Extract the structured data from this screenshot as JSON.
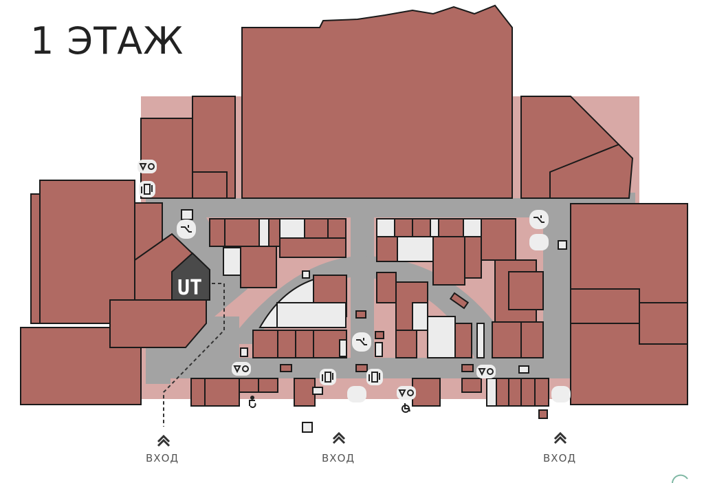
{
  "floor": {
    "title": "1 ЭТАЖ"
  },
  "entrances": [
    {
      "label": "ВХОД"
    },
    {
      "label": "ВХОД"
    },
    {
      "label": "ВХОД"
    }
  ],
  "anchor_store": {
    "label": "UT"
  },
  "legend_icons": [
    "escalator-icon",
    "elevator-icon",
    "restroom-icon",
    "atm-icon",
    "mother-child-room-icon",
    "accessible-icon",
    "entrance-chevron-icon"
  ],
  "colors": {
    "store": "#b06a63",
    "corridor": "#a3a3a3",
    "free_space": "#ececec",
    "anchor": "#4a4a4a",
    "frame": "#d8a9a6"
  }
}
